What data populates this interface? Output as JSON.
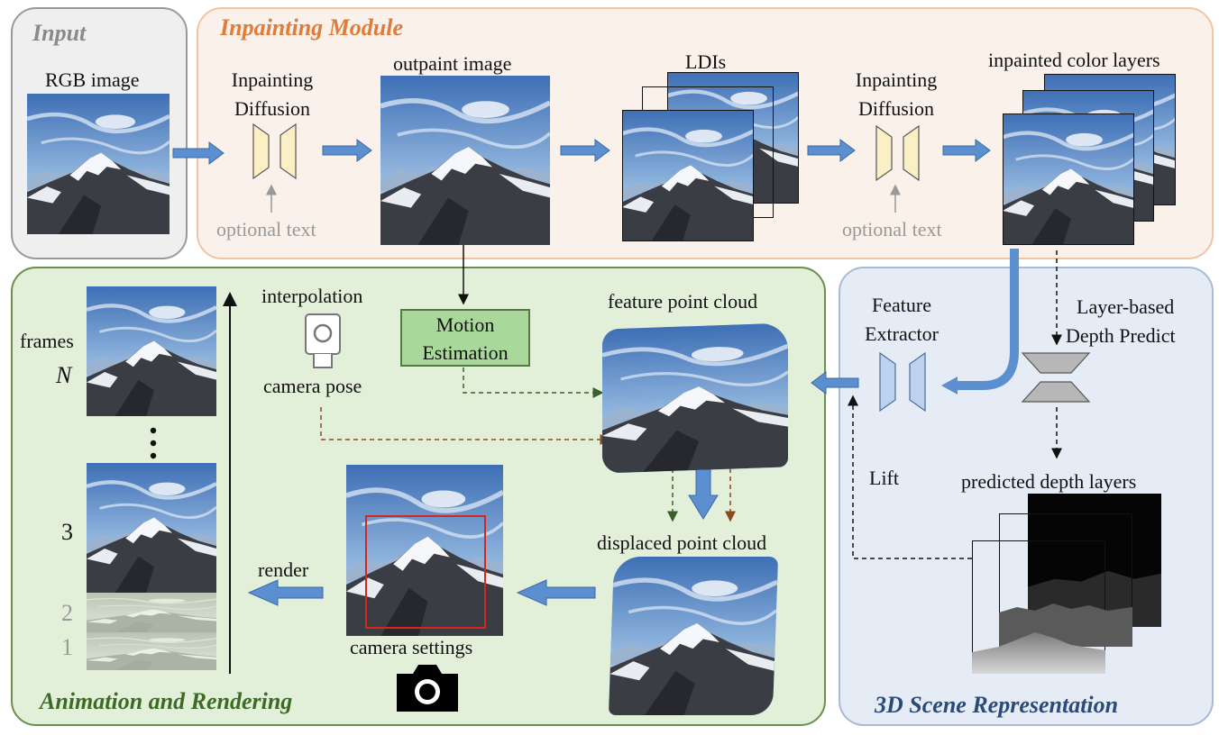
{
  "panels": {
    "input": "Input",
    "inpainting": "Inpainting Module",
    "animation": "Animation and Rendering",
    "scene": "3D Scene Representation"
  },
  "labels": {
    "rgb_image": "RGB image",
    "inpainting_diffusion_1a": "Inpainting",
    "inpainting_diffusion_1b": "Diffusion",
    "optional_text_1": "optional text",
    "outpaint_image": "outpaint image",
    "ldis": "LDIs",
    "inpainting_diffusion_2a": "Inpainting",
    "inpainting_diffusion_2b": "Diffusion",
    "optional_text_2": "optional text",
    "inpainted_color_layers": "inpainted color layers",
    "interpolation": "interpolation",
    "camera_pose": "camera pose",
    "motion_estimation_a": "Motion",
    "motion_estimation_b": "Estimation",
    "feature_point_cloud": "feature point cloud",
    "feature_extractor_a": "Feature",
    "feature_extractor_b": "Extractor",
    "layer_based_a": "Layer-based",
    "layer_based_b": "Depth  Predict",
    "lift": "Lift",
    "predicted_depth_layers": "predicted depth layers",
    "displaced_point_cloud": "displaced point cloud",
    "render": "render",
    "camera_settings": "camera settings",
    "frames": "frames",
    "frame_n": "N",
    "frame_3": "3",
    "frame_2": "2",
    "frame_1": "1"
  },
  "colors": {
    "input_border": "#9a9a9a",
    "input_bg": "#efefef",
    "inpainting_border": "#f0c4a4",
    "inpainting_bg": "#f9f1ea",
    "inpainting_title": "#e07b39",
    "animation_border": "#6b8f4e",
    "animation_bg": "#e2efd9",
    "animation_title": "#3c6b25",
    "scene_border": "#a7bad6",
    "scene_bg": "#e5ecf5",
    "scene_title": "#2b4a7a",
    "arrow_blue": "#5b8fcf",
    "motion_green": "#a9d99a"
  }
}
